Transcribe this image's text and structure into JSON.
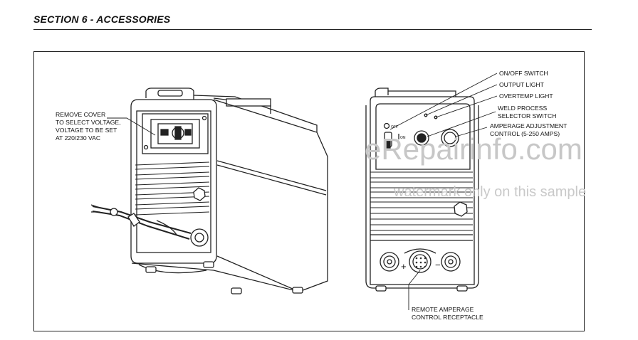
{
  "header": {
    "section_title": "SECTION 6 - ACCESSORIES"
  },
  "labels": {
    "remove_cover": [
      "REMOVE COVER",
      "TO SELECT VOLTAGE,",
      "VOLTAGE TO BE SET",
      "AT 220/230 VAC"
    ],
    "on_off_switch": [
      "ON/OFF SWITCH"
    ],
    "output_light": [
      "OUTPUT LIGHT"
    ],
    "overtemp_light": [
      "OVERTEMP LIGHT"
    ],
    "weld_process": [
      "WELD PROCESS",
      "SELECTOR SWITCH"
    ],
    "amperage_adjustment": [
      "AMPERAGE ADJUSTMENT",
      "CONTROL (5-250 AMPS)"
    ],
    "remote_amperage": [
      "REMOTE AMPERAGE",
      "CONTROL RECEPTACLE"
    ]
  },
  "panel_marks": {
    "off": "OFF",
    "on": "ON",
    "plus": "+",
    "minus": "−"
  },
  "watermark": {
    "brand": "eRepairinfo.com",
    "note": "watermark only on this sample"
  }
}
